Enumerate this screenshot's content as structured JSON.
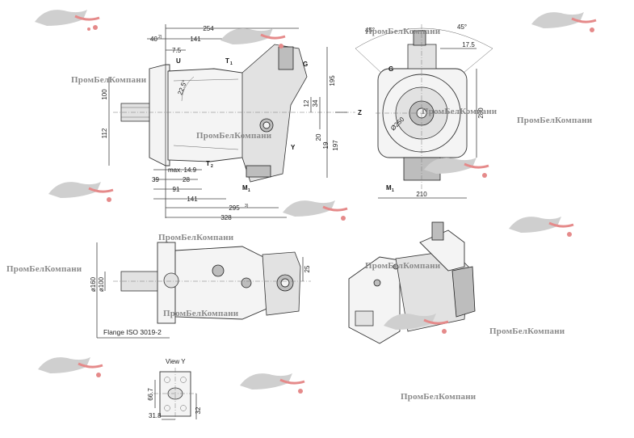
{
  "watermark_text": "ПромБелКомпани",
  "side_view": {
    "dims": {
      "d254": "254",
      "d40": "40",
      "sup2": "2)",
      "d141_top": "141",
      "d7_5": "7.5",
      "d195": "195",
      "d100": "100",
      "d112": "112",
      "d12": "12",
      "d34": "34",
      "d19": "19",
      "d197": "197",
      "d20": "20",
      "angle_22_5": "22.5°",
      "max14_9": "max. 14.9",
      "d39": "39",
      "d28": "28",
      "d91": "91",
      "d141_bot": "141",
      "d295": "295",
      "sup3": "3)",
      "d328": "328"
    },
    "labels": {
      "U": "U",
      "T1": "T",
      "T1_sub": "1",
      "G": "G",
      "Z": "Z",
      "Y": "Y",
      "T2": "T",
      "T2_sub": "2",
      "M1": "M",
      "M1_sub": "1"
    }
  },
  "front_view": {
    "dims": {
      "angle45_left": "45°",
      "angle45_right": "45°",
      "d17_5": "17.5",
      "d210": "210",
      "d280": "280",
      "d250": "Ø250"
    },
    "labels": {
      "G": "G",
      "M1": "M",
      "M1_sub": "1"
    }
  },
  "top_view": {
    "dims": {
      "d160": "ø160",
      "d100": "ø100",
      "d25": "25"
    },
    "caption": "Flange ISO 3019-2"
  },
  "view_y": {
    "title": "View Y",
    "dims": {
      "d66_7": "66.7",
      "d31_8": "31.8",
      "d32": "32"
    }
  }
}
